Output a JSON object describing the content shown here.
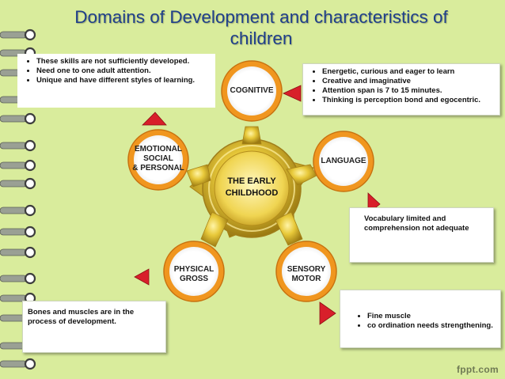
{
  "title_line1": "Domains of Development and characteristics of",
  "title_line2": "children",
  "center": {
    "line1": "THE EARLY",
    "line2": "CHILDHOOD"
  },
  "nodes": {
    "cognitive": "COGNITIVE",
    "language": "LANGUAGE",
    "sensory_line1": "SENSORY",
    "sensory_line2": "MOTOR",
    "physical_line1": "PHYSICAL",
    "physical_line2": "GROSS",
    "emotional_line1": "EMOTIONAL",
    "emotional_line2": "SOCIAL",
    "emotional_line3": "& PERSONAL"
  },
  "boxes": {
    "emotional": [
      "These skills are not sufficiently developed.",
      "Need one to one adult attention.",
      "Unique and have different styles of learning."
    ],
    "cognitive": [
      "Energetic, curious and eager to learn",
      "Creative and imaginative",
      "Attention span is 7 to 15 minutes.",
      "Thinking is perception bond and egocentric."
    ],
    "language": "Vocabulary limited and comprehension not adequate",
    "physical": "Bones and muscles are in the process of development.",
    "sensory": [
      "Fine muscle",
      "co ordination needs strengthening."
    ]
  },
  "footer": "fppt.com",
  "colors": {
    "background": "#d9ec9c",
    "title": "#1f3f8a",
    "ring": "#e39a22",
    "gold": "#d8b21a",
    "arrow": "#d81f2a"
  }
}
